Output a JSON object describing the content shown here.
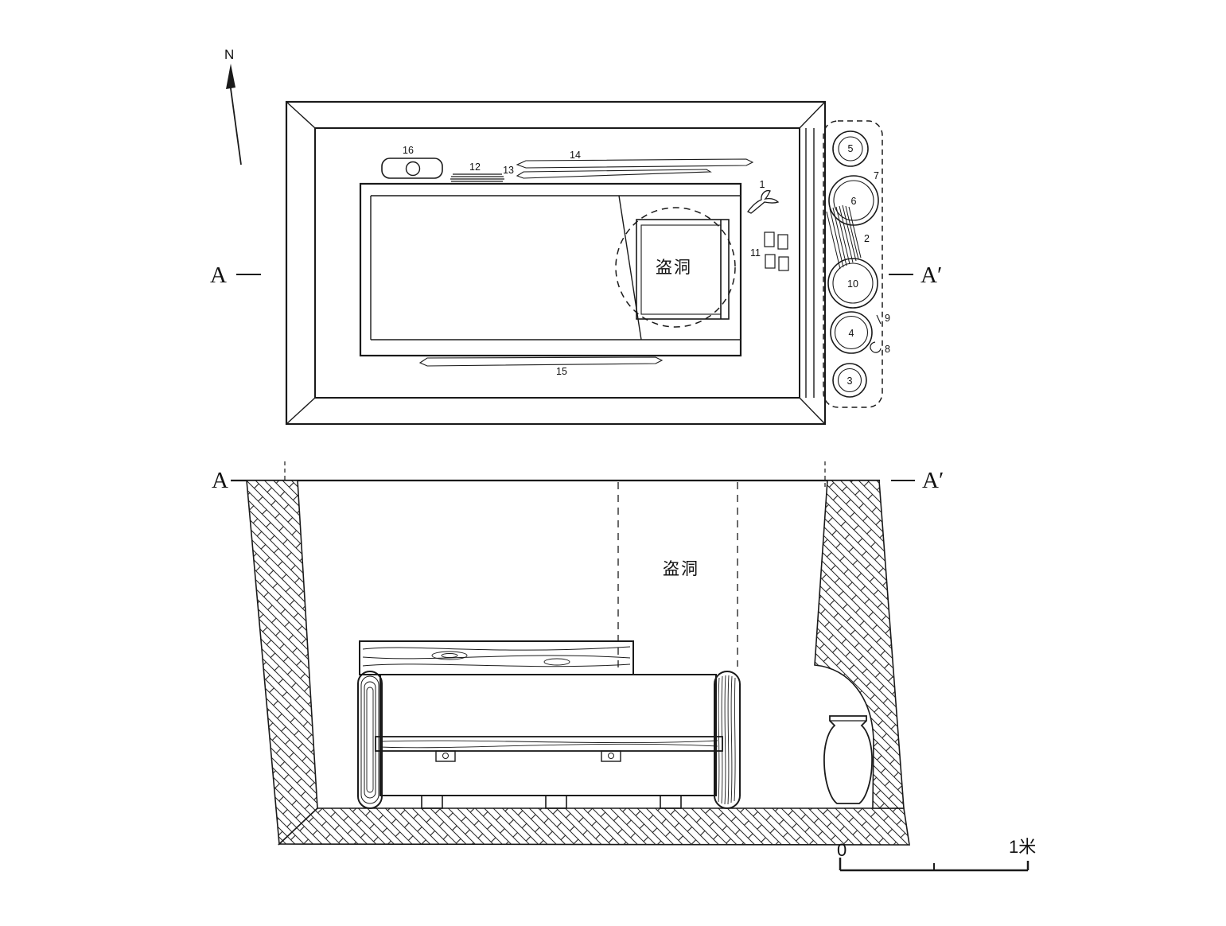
{
  "diagram": {
    "north": "N",
    "plan": {
      "section_a": "A",
      "section_a_prime": "A′",
      "robber_hole": "盗洞",
      "num_1": "1",
      "num_11": "11",
      "num_12": "12",
      "num_13": "13",
      "num_14": "14",
      "num_15": "15",
      "num_16": "16",
      "niche_2": "2",
      "niche_3": "3",
      "niche_4": "4",
      "niche_5": "5",
      "niche_6": "6",
      "niche_7": "7",
      "niche_8": "8",
      "niche_9": "9",
      "niche_10": "10"
    },
    "section": {
      "a": "A",
      "a_prime": "A′",
      "robber_hole": "盗洞",
      "scale_zero": "0",
      "scale_one_meter": "1米"
    },
    "colors": {
      "line": "#1a1a1a",
      "background": "#ffffff"
    }
  }
}
